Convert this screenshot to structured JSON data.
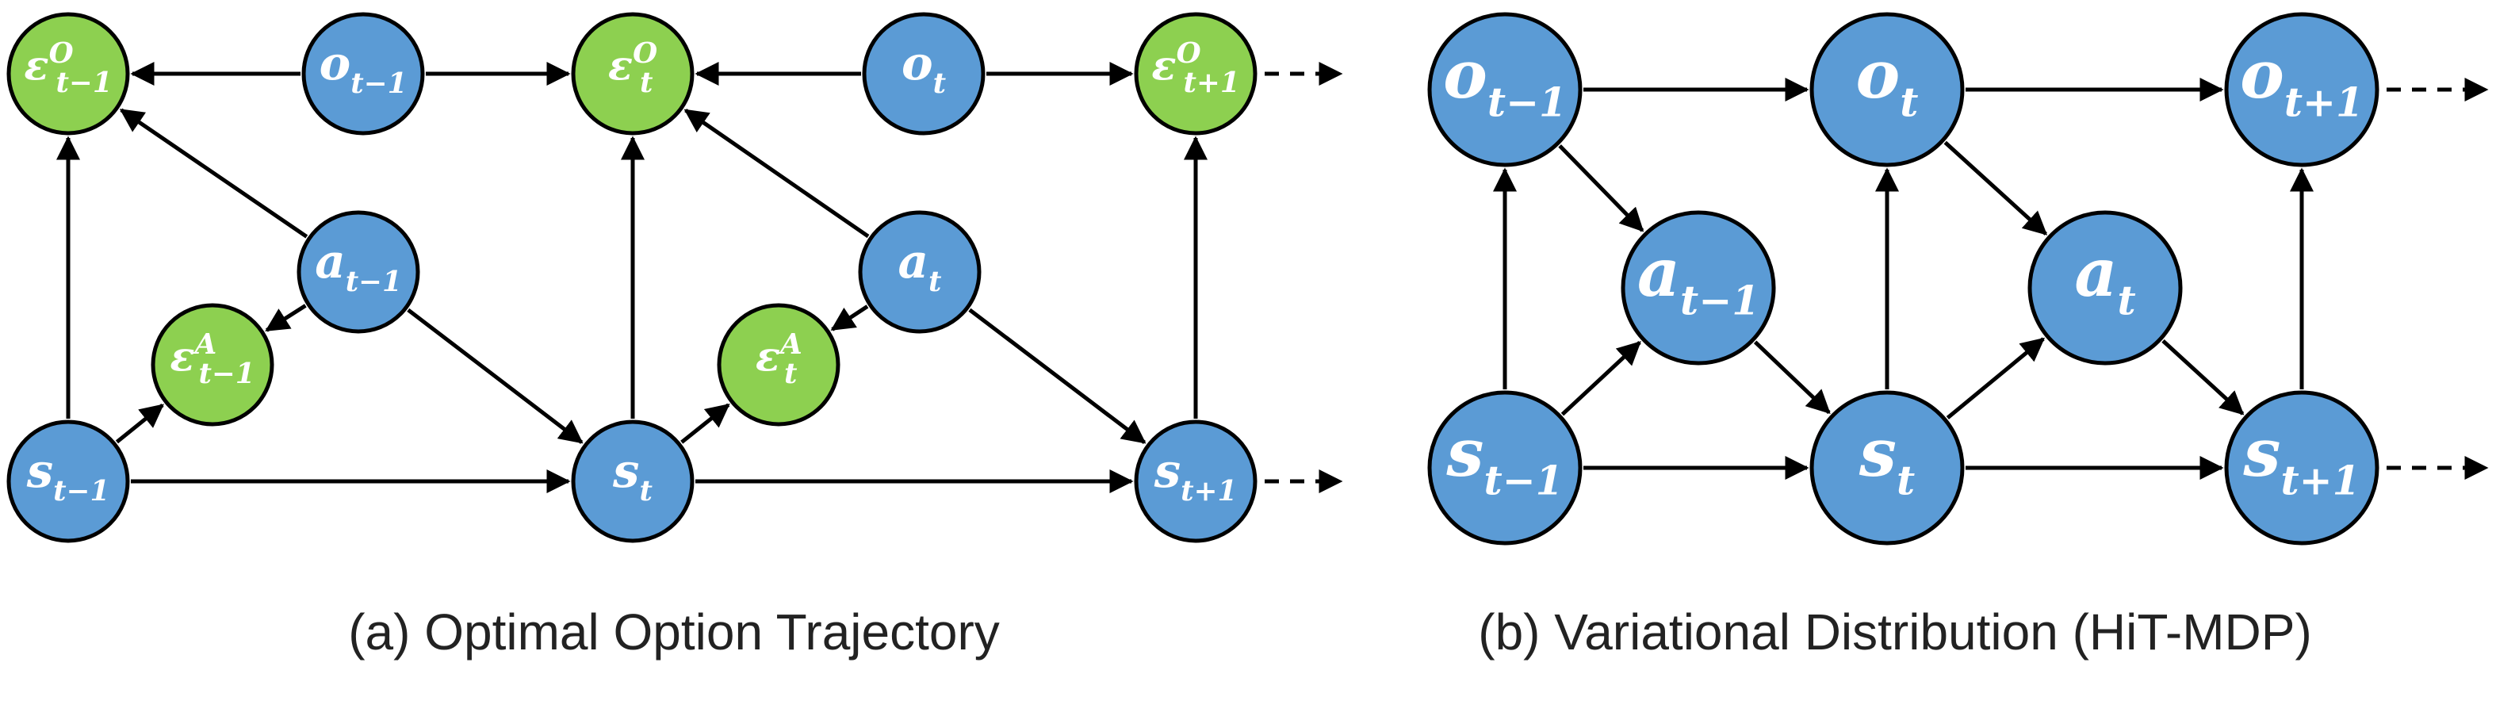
{
  "colors": {
    "latent": "#5B9BD5",
    "optimality": "#8DD050",
    "stroke": "#000000"
  },
  "panels": [
    {
      "caption": "(a) Optimal Option Trajectory",
      "nodes": [
        {
          "id": "eps_o_tm1",
          "base": "ε",
          "sup": "O",
          "sub": "t−1",
          "kind": "optimality"
        },
        {
          "id": "o_tm1",
          "base": "o",
          "sup": "",
          "sub": "t−1",
          "kind": "latent"
        },
        {
          "id": "eps_o_t",
          "base": "ε",
          "sup": "O",
          "sub": "t",
          "kind": "optimality"
        },
        {
          "id": "o_t",
          "base": "o",
          "sup": "",
          "sub": "t",
          "kind": "latent"
        },
        {
          "id": "eps_o_tp1",
          "base": "ε",
          "sup": "O",
          "sub": "t+1",
          "kind": "optimality"
        },
        {
          "id": "a_tm1",
          "base": "a",
          "sup": "",
          "sub": "t−1",
          "kind": "latent"
        },
        {
          "id": "a_t",
          "base": "a",
          "sup": "",
          "sub": "t",
          "kind": "latent"
        },
        {
          "id": "eps_a_tm1",
          "base": "ε",
          "sup": "A",
          "sub": "t−1",
          "kind": "optimality"
        },
        {
          "id": "eps_a_t",
          "base": "ε",
          "sup": "A",
          "sub": "t",
          "kind": "optimality"
        },
        {
          "id": "s_tm1",
          "base": "s",
          "sup": "",
          "sub": "t−1",
          "kind": "latent"
        },
        {
          "id": "s_t",
          "base": "s",
          "sup": "",
          "sub": "t",
          "kind": "latent"
        },
        {
          "id": "s_tp1",
          "base": "s",
          "sup": "",
          "sub": "t+1",
          "kind": "latent"
        }
      ],
      "edges": [
        {
          "from": "o_tm1",
          "to": "eps_o_tm1"
        },
        {
          "from": "o_tm1",
          "to": "eps_o_t"
        },
        {
          "from": "o_t",
          "to": "eps_o_t"
        },
        {
          "from": "o_t",
          "to": "eps_o_tp1"
        },
        {
          "from": "s_tm1",
          "to": "eps_o_tm1"
        },
        {
          "from": "a_tm1",
          "to": "eps_o_tm1"
        },
        {
          "from": "s_t",
          "to": "eps_o_t"
        },
        {
          "from": "a_t",
          "to": "eps_o_t"
        },
        {
          "from": "s_tp1",
          "to": "eps_o_tp1"
        },
        {
          "from": "a_tm1",
          "to": "eps_a_tm1"
        },
        {
          "from": "s_tm1",
          "to": "eps_a_tm1"
        },
        {
          "from": "a_t",
          "to": "eps_a_t"
        },
        {
          "from": "s_t",
          "to": "eps_a_t"
        },
        {
          "from": "a_tm1",
          "to": "s_t"
        },
        {
          "from": "a_t",
          "to": "s_tp1"
        },
        {
          "from": "s_tm1",
          "to": "s_t"
        },
        {
          "from": "s_t",
          "to": "s_tp1"
        }
      ],
      "continuations": [
        "eps_o_tp1",
        "s_tp1"
      ]
    },
    {
      "caption": "(b) Variational Distribution (HiT-MDP)",
      "nodes": [
        {
          "id": "b_o_tm1",
          "base": "o",
          "sup": "",
          "sub": "t−1",
          "kind": "latent"
        },
        {
          "id": "b_o_t",
          "base": "o",
          "sup": "",
          "sub": "t",
          "kind": "latent"
        },
        {
          "id": "b_o_tp1",
          "base": "o",
          "sup": "",
          "sub": "t+1",
          "kind": "latent"
        },
        {
          "id": "b_a_tm1",
          "base": "a",
          "sup": "",
          "sub": "t−1",
          "kind": "latent"
        },
        {
          "id": "b_a_t",
          "base": "a",
          "sup": "",
          "sub": "t",
          "kind": "latent"
        },
        {
          "id": "b_s_tm1",
          "base": "s",
          "sup": "",
          "sub": "t−1",
          "kind": "latent"
        },
        {
          "id": "b_s_t",
          "base": "s",
          "sup": "",
          "sub": "t",
          "kind": "latent"
        },
        {
          "id": "b_s_tp1",
          "base": "s",
          "sup": "",
          "sub": "t+1",
          "kind": "latent"
        }
      ],
      "edges": [
        {
          "from": "b_o_tm1",
          "to": "b_o_t"
        },
        {
          "from": "b_o_t",
          "to": "b_o_tp1"
        },
        {
          "from": "b_s_tm1",
          "to": "b_o_tm1"
        },
        {
          "from": "b_s_t",
          "to": "b_o_t"
        },
        {
          "from": "b_s_tp1",
          "to": "b_o_tp1"
        },
        {
          "from": "b_o_tm1",
          "to": "b_a_tm1"
        },
        {
          "from": "b_s_tm1",
          "to": "b_a_tm1"
        },
        {
          "from": "b_a_tm1",
          "to": "b_s_t"
        },
        {
          "from": "b_o_t",
          "to": "b_a_t"
        },
        {
          "from": "b_s_t",
          "to": "b_a_t"
        },
        {
          "from": "b_a_t",
          "to": "b_s_tp1"
        },
        {
          "from": "b_s_tm1",
          "to": "b_s_t"
        },
        {
          "from": "b_s_t",
          "to": "b_s_tp1"
        }
      ],
      "continuations": [
        "b_o_tp1",
        "b_s_tp1"
      ]
    }
  ]
}
